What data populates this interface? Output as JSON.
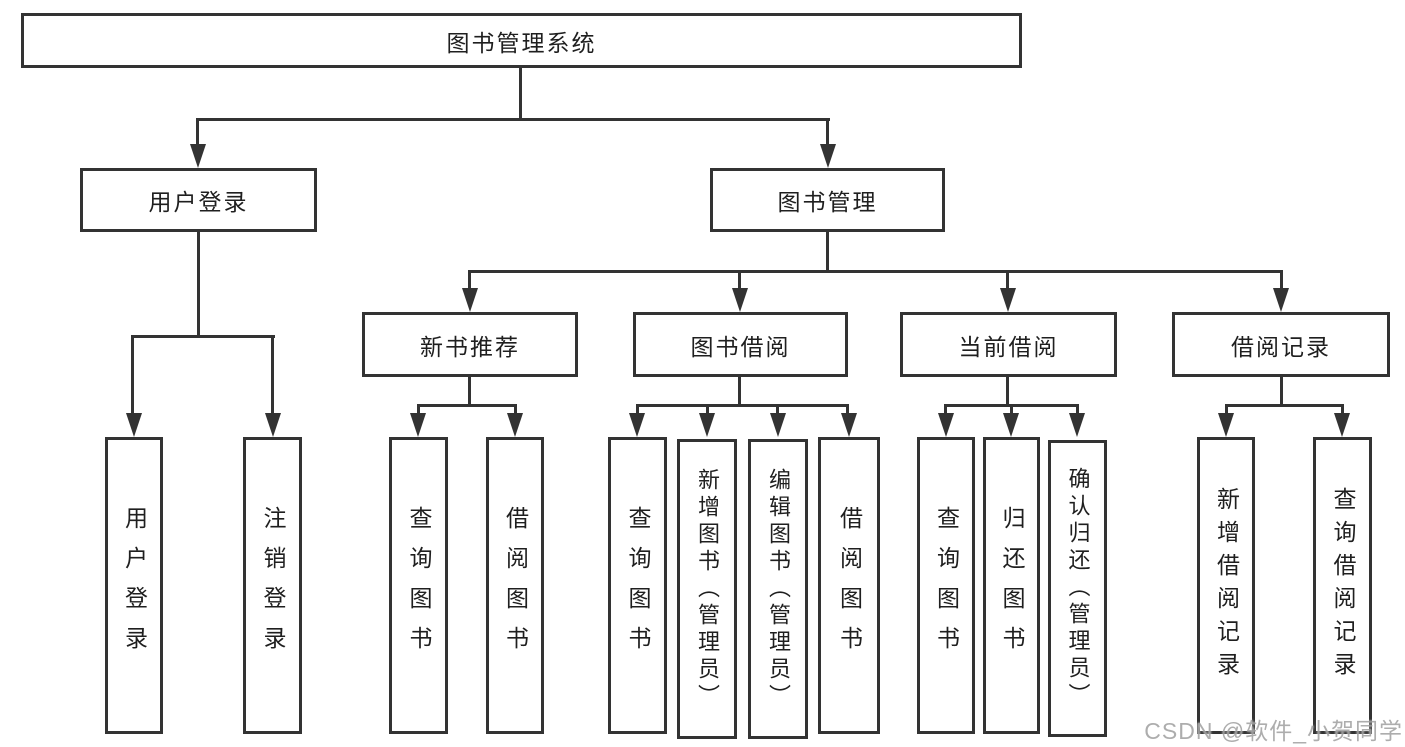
{
  "diagram": {
    "root": {
      "label": "图书管理系统"
    },
    "branches": {
      "user_login": {
        "label": "用户登录",
        "children": {
          "login": "用户登录",
          "logout": "注销登录"
        }
      },
      "book_management": {
        "label": "图书管理",
        "children": {
          "new_book_recommend": {
            "label": "新书推荐",
            "children": {
              "query_books": "查询图书",
              "borrow_books": "借阅图书"
            }
          },
          "book_borrow": {
            "label": "图书借阅",
            "children": {
              "query_books": "查询图书",
              "add_books": "新增图书（管理员）",
              "edit_books": "编辑图书（管理员）",
              "borrow_books": "借阅图书"
            }
          },
          "current_borrow": {
            "label": "当前借阅",
            "children": {
              "query_books": "查询图书",
              "return_books": "归还图书",
              "confirm_return": "确认归还（管理员）"
            }
          },
          "borrow_records": {
            "label": "借阅记录",
            "children": {
              "add_record": "新增借阅记录",
              "query_record": "查询借阅记录"
            }
          }
        }
      }
    },
    "watermark": "CSDN @软件_小贺同学",
    "colors": {
      "line": "#333333",
      "border": "#333333",
      "text": "#1f1f1f",
      "watermark": "#969696",
      "background": "#ffffff"
    }
  }
}
